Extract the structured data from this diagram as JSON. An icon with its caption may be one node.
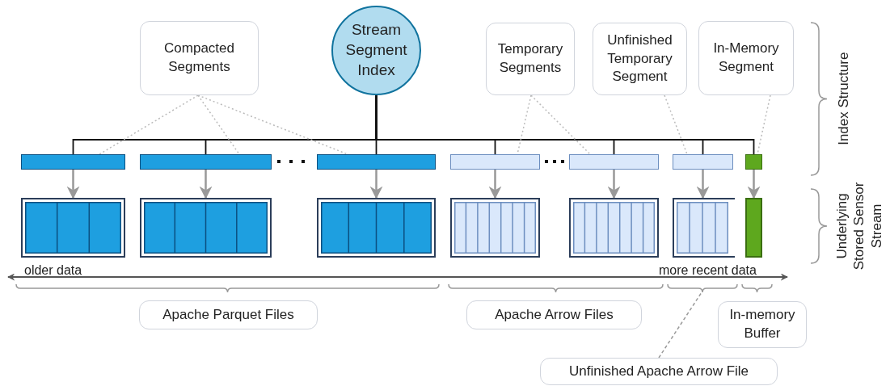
{
  "diagram": {
    "nodes": [
      {
        "text": [
          "Stream Segment Index"
        ]
      },
      {
        "text": [
          "Compacted Segments"
        ]
      },
      {
        "text": [
          "Temporary Segments"
        ]
      },
      {
        "text": [
          "Unfinished Temporary Segment"
        ]
      },
      {
        "text": [
          "In-Memory Segment"
        ]
      },
      {
        "text": [],
        "shape": "bar"
      },
      {
        "text": [],
        "shape": "bar"
      },
      {
        "text": [],
        "shape": "bar"
      },
      {
        "text": [],
        "shape": "bar"
      },
      {
        "text": [],
        "shape": "bar"
      },
      {
        "text": [],
        "shape": "bar"
      },
      {
        "text": [],
        "shape": "bar"
      },
      {
        "text": [],
        "shape": "box"
      },
      {
        "text": [],
        "shape": "box"
      },
      {
        "text": [],
        "shape": "box"
      },
      {
        "text": [],
        "shape": "box"
      },
      {
        "text": [],
        "shape": "box"
      },
      {
        "text": [],
        "shape": "box"
      },
      {
        "text": [],
        "shape": "box"
      },
      {
        "text": [
          "Apache Parquet Files"
        ]
      },
      {
        "text": [
          "Apache Arrow Files"
        ]
      },
      {
        "text": [
          "In-memory Buffer"
        ]
      },
      {
        "text": [
          "Unfinished Apache Arrow File"
        ]
      }
    ],
    "edges": [
      {
        "from": 0,
        "to": 5,
        "arrow": "none",
        "color": "#111111"
      },
      {
        "from": 0,
        "to": 6,
        "arrow": "none",
        "color": "#111111"
      },
      {
        "from": 0,
        "to": 7,
        "arrow": "none",
        "color": "#111111"
      },
      {
        "from": 0,
        "to": 8,
        "arrow": "none",
        "color": "#111111"
      },
      {
        "from": 0,
        "to": 9,
        "arrow": "none",
        "color": "#111111"
      },
      {
        "from": 0,
        "to": 10,
        "arrow": "none",
        "color": "#111111"
      },
      {
        "from": 0,
        "to": 11,
        "arrow": "none",
        "color": "#111111"
      },
      {
        "from": 5,
        "to": 12,
        "arrow": "to",
        "color": "#999999"
      },
      {
        "from": 6,
        "to": 13,
        "arrow": "to",
        "color": "#999999"
      },
      {
        "from": 7,
        "to": 14,
        "arrow": "to",
        "color": "#999999"
      },
      {
        "from": 8,
        "to": 15,
        "arrow": "to",
        "color": "#999999"
      },
      {
        "from": 9,
        "to": 16,
        "arrow": "to",
        "color": "#999999"
      },
      {
        "from": 10,
        "to": 17,
        "arrow": "to",
        "color": "#999999"
      },
      {
        "from": 11,
        "to": 18,
        "arrow": "to",
        "color": "#999999"
      },
      {
        "from": 1,
        "to": 5,
        "arrow": "none",
        "style": "dashed",
        "color": "#bbbbbb"
      },
      {
        "from": 1,
        "to": 6,
        "arrow": "none",
        "style": "dashed",
        "color": "#bbbbbb"
      },
      {
        "from": 1,
        "to": 7,
        "arrow": "none",
        "style": "dashed",
        "color": "#bbbbbb"
      },
      {
        "from": 2,
        "to": 8,
        "arrow": "none",
        "style": "dashed",
        "color": "#bbbbbb"
      },
      {
        "from": 2,
        "to": 9,
        "arrow": "none",
        "style": "dashed",
        "color": "#bbbbbb"
      },
      {
        "from": 3,
        "to": 10,
        "arrow": "none",
        "style": "dashed",
        "color": "#bbbbbb"
      },
      {
        "from": 4,
        "to": 11,
        "arrow": "none",
        "style": "dashed",
        "color": "#bbbbbb"
      },
      {
        "from": 22,
        "to": null,
        "arrow": "none",
        "style": "dashed",
        "color": "#999999"
      }
    ],
    "labels": [
      "Index Structure",
      "Underlying Stored Sensor Stream",
      "older data",
      "more recent data"
    ]
  }
}
